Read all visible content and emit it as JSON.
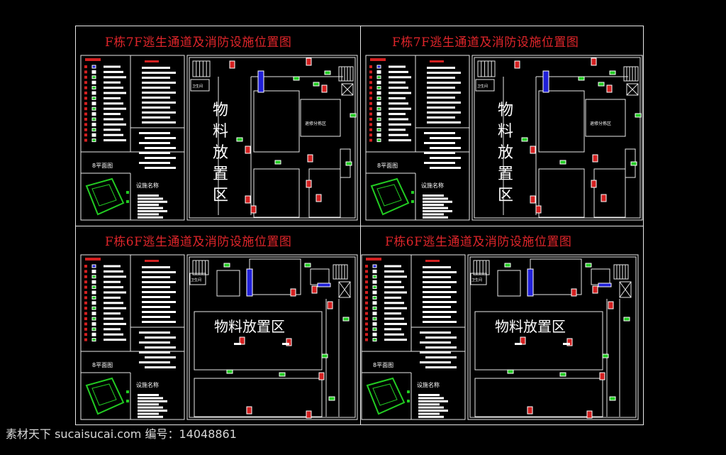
{
  "panels": [
    {
      "title": "F栋7F逃生通道及消防设施位置图",
      "layout": "7F",
      "area_label": "物料放置区",
      "room_small": "卫生间",
      "room_mid": "退修分拣区",
      "plan_label": "8平面图",
      "equip_label": "设施名称"
    },
    {
      "title": "F栋7F逃生通道及消防设施位置图",
      "layout": "7F",
      "area_label": "物料放置区",
      "room_small": "卫生间",
      "room_mid": "退修分拣区",
      "plan_label": "8平面图",
      "equip_label": "设施名称"
    },
    {
      "title": "F栋6F逃生通道及消防设施位置图",
      "layout": "6F",
      "area_label": "物料放置区",
      "room_small": "卫生间",
      "room_mid": "",
      "plan_label": "8平面图",
      "equip_label": "设施名称"
    },
    {
      "title": "F栋6F逃生通道及消防设施位置图",
      "layout": "6F",
      "area_label": "物料放置区",
      "room_small": "卫生间",
      "room_mid": "",
      "plan_label": "8平面图",
      "equip_label": "设施名称"
    }
  ],
  "watermark": "素材天下 sucaisucai.com  编号：14048861",
  "colors": {
    "line": "#e8e8e8",
    "title": "#e0252a",
    "red": "#d42020",
    "green": "#22cc22",
    "blue": "#2020d8"
  }
}
